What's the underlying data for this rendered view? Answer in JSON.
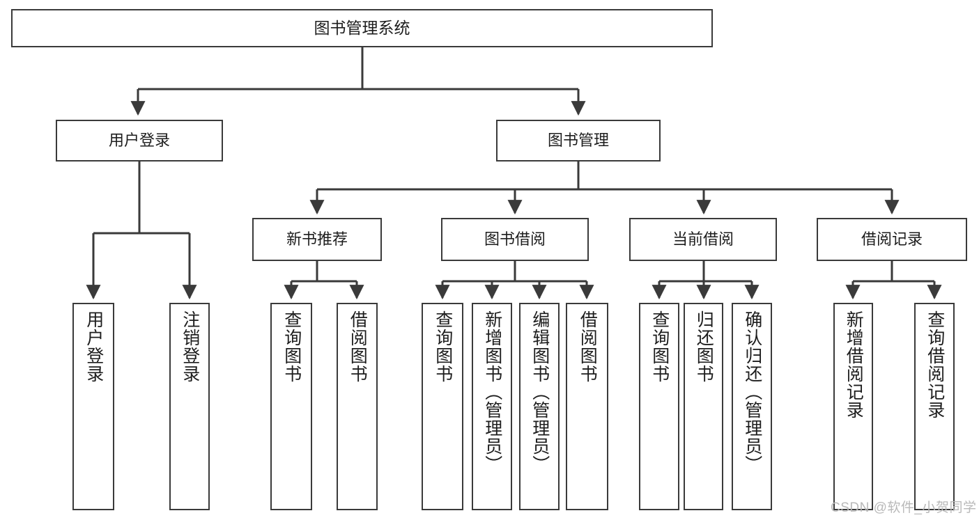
{
  "diagram": {
    "title": "图书管理系统",
    "type": "tree",
    "background": "#ffffff",
    "line_color": "#3a3a3a",
    "box_border_color": "#3a3a3a",
    "box_fill": "#ffffff",
    "text_color": "#1d1d1d",
    "levels": 4
  },
  "nodes": {
    "root": {
      "label": "图书管理系统",
      "level": 1
    },
    "user_login": {
      "label": "用户登录",
      "level": 2
    },
    "book_manage": {
      "label": "图书管理",
      "level": 2
    },
    "new_book_rec": {
      "label": "新书推荐",
      "level": 3
    },
    "book_borrow": {
      "label": "图书借阅",
      "level": 3
    },
    "current_borrow": {
      "label": "当前借阅",
      "level": 3
    },
    "borrow_record": {
      "label": "借阅记录",
      "level": 3
    },
    "leaf_user_login": {
      "label": "用户登录",
      "level": 3,
      "parent": "user_login"
    },
    "leaf_user_logout": {
      "label": "注销登录",
      "level": 3,
      "parent": "user_login"
    },
    "leaf_query_book_1": {
      "label": "查询图书",
      "level": 4,
      "parent": "new_book_rec"
    },
    "leaf_borrow_book_1": {
      "label": "借阅图书",
      "level": 4,
      "parent": "new_book_rec"
    },
    "leaf_query_book_2": {
      "label": "查询图书",
      "level": 4,
      "parent": "book_borrow"
    },
    "leaf_add_book": {
      "label": "新增图书（管理员）",
      "level": 4,
      "parent": "book_borrow"
    },
    "leaf_edit_book": {
      "label": "编辑图书（管理员）",
      "level": 4,
      "parent": "book_borrow"
    },
    "leaf_borrow_book_2": {
      "label": "借阅图书",
      "level": 4,
      "parent": "book_borrow"
    },
    "leaf_query_book_3": {
      "label": "查询图书",
      "level": 4,
      "parent": "current_borrow"
    },
    "leaf_return_book": {
      "label": "归还图书",
      "level": 4,
      "parent": "current_borrow"
    },
    "leaf_confirm_return": {
      "label": "确认归还（管理员）",
      "level": 4,
      "parent": "current_borrow"
    },
    "leaf_add_record": {
      "label": "新增借阅记录",
      "level": 4,
      "parent": "borrow_record"
    },
    "leaf_query_record": {
      "label": "查询借阅记录",
      "level": 4,
      "parent": "borrow_record"
    }
  },
  "edges": [
    {
      "from": "root",
      "to": "user_login"
    },
    {
      "from": "root",
      "to": "book_manage"
    },
    {
      "from": "user_login",
      "to": "leaf_user_login"
    },
    {
      "from": "user_login",
      "to": "leaf_user_logout"
    },
    {
      "from": "book_manage",
      "to": "new_book_rec"
    },
    {
      "from": "book_manage",
      "to": "book_borrow"
    },
    {
      "from": "book_manage",
      "to": "current_borrow"
    },
    {
      "from": "book_manage",
      "to": "borrow_record"
    },
    {
      "from": "new_book_rec",
      "to": "leaf_query_book_1"
    },
    {
      "from": "new_book_rec",
      "to": "leaf_borrow_book_1"
    },
    {
      "from": "book_borrow",
      "to": "leaf_query_book_2"
    },
    {
      "from": "book_borrow",
      "to": "leaf_add_book"
    },
    {
      "from": "book_borrow",
      "to": "leaf_edit_book"
    },
    {
      "from": "book_borrow",
      "to": "leaf_borrow_book_2"
    },
    {
      "from": "current_borrow",
      "to": "leaf_query_book_3"
    },
    {
      "from": "current_borrow",
      "to": "leaf_return_book"
    },
    {
      "from": "current_borrow",
      "to": "leaf_confirm_return"
    },
    {
      "from": "borrow_record",
      "to": "leaf_add_record"
    },
    {
      "from": "borrow_record",
      "to": "leaf_query_record"
    }
  ],
  "watermark": {
    "text": "CSDN @软件_小贺同学",
    "color": "#b9b9b9"
  }
}
